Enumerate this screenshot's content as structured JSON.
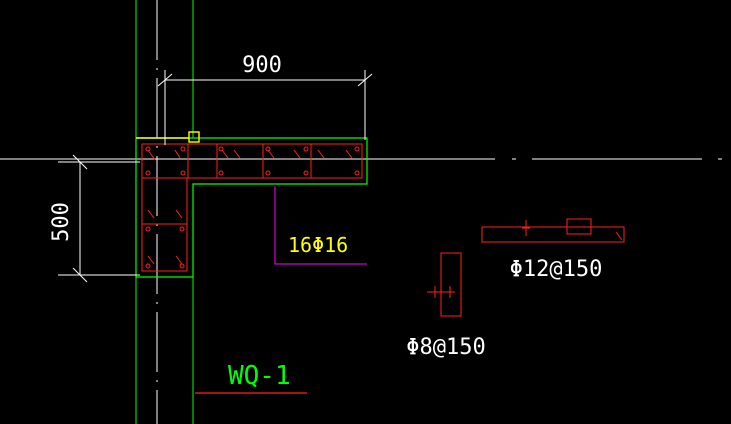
{
  "colors": {
    "background": "#000000",
    "wall_outline": "#00ff00",
    "rebar": "#ff2020",
    "axis_line": "#ffffff",
    "dimension": "#ffffff",
    "leader": "#ff00ff",
    "label_main_bar": "#ffff00",
    "label_wall": "#00ff00",
    "label_bar_spec": "#ffffff",
    "snap_marker": "#ffff00"
  },
  "dimensions": {
    "horizontal": "900",
    "vertical": "500"
  },
  "labels": {
    "main_bars": "16Φ16",
    "horizontal_bar": "Φ12@150",
    "tie_bar": "Φ8@150",
    "wall_id": "WQ-1"
  },
  "icons": {
    "snap_marker": "square-snap-icon"
  }
}
